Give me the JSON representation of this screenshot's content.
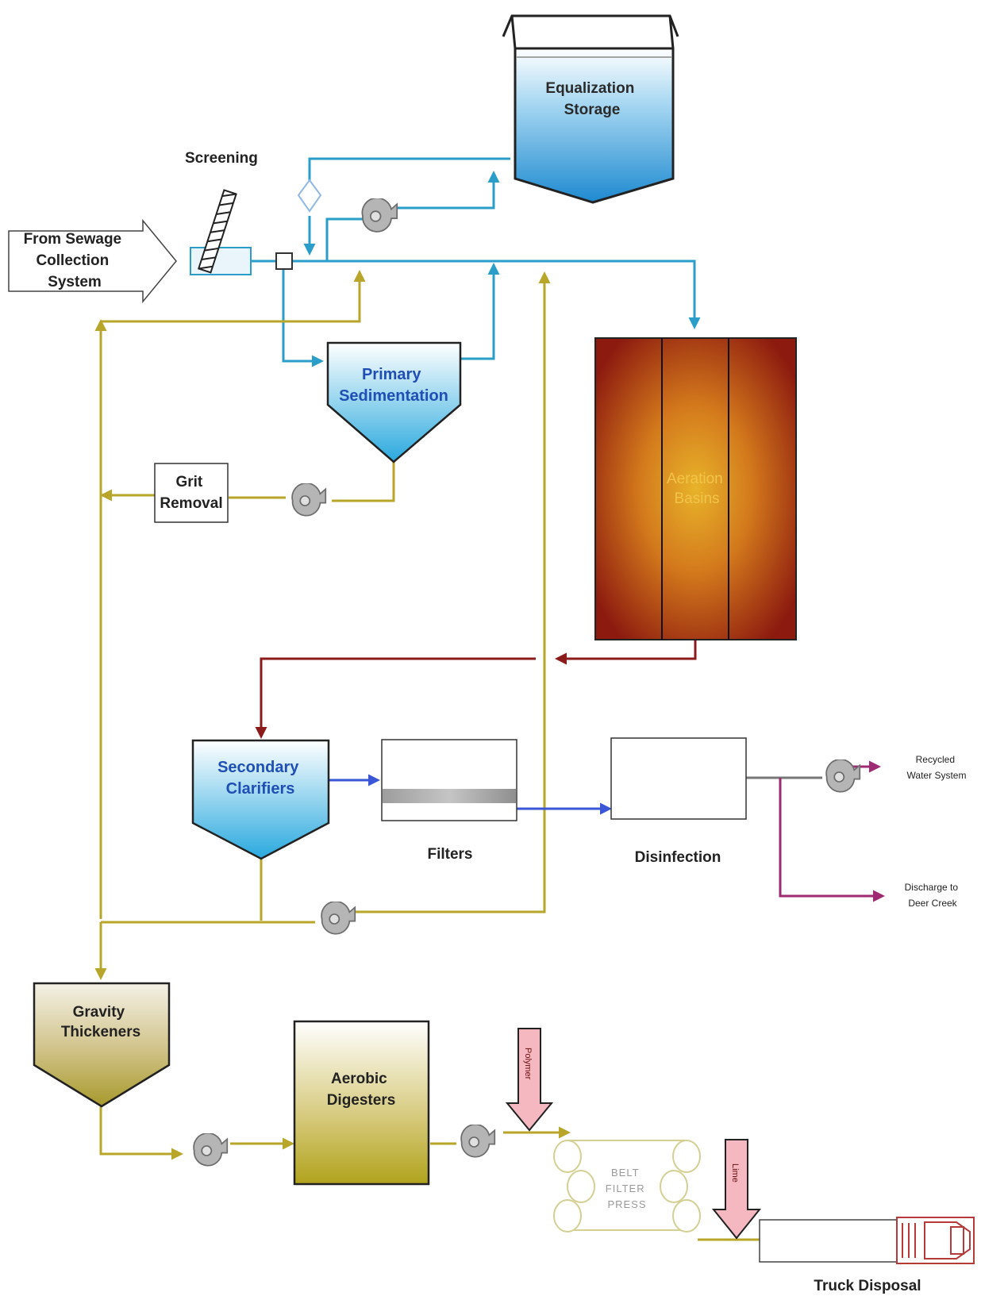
{
  "colors": {
    "water": "#2a9ec9",
    "sludge": "#b7a62a",
    "mixed": "#8b1a1a",
    "effluent": "#3a55d6",
    "discharge": "#9e2a74"
  },
  "labels": {
    "screening": "Screening",
    "from_sewage": [
      "From Sewage",
      "Collection",
      "System"
    ],
    "equalization": [
      "Equalization",
      "Storage"
    ],
    "primary": [
      "Primary",
      "Sedimentation"
    ],
    "grit": [
      "Grit",
      "Removal"
    ],
    "aeration": [
      "Aeration",
      "Basins"
    ],
    "secondary": [
      "Secondary",
      "Clarifiers"
    ],
    "filters": "Filters",
    "disinfection": "Disinfection",
    "recycled": [
      "Recycled",
      "Water System"
    ],
    "discharge": [
      "Discharge to",
      "Deer Creek"
    ],
    "gravity": [
      "Gravity",
      "Thickeners"
    ],
    "aerobic": [
      "Aerobic",
      "Digesters"
    ],
    "polymer": "Polymer",
    "belt": [
      "BELT",
      "FILTER",
      "PRESS"
    ],
    "lime": "Lime",
    "truck": "Truck Disposal"
  }
}
